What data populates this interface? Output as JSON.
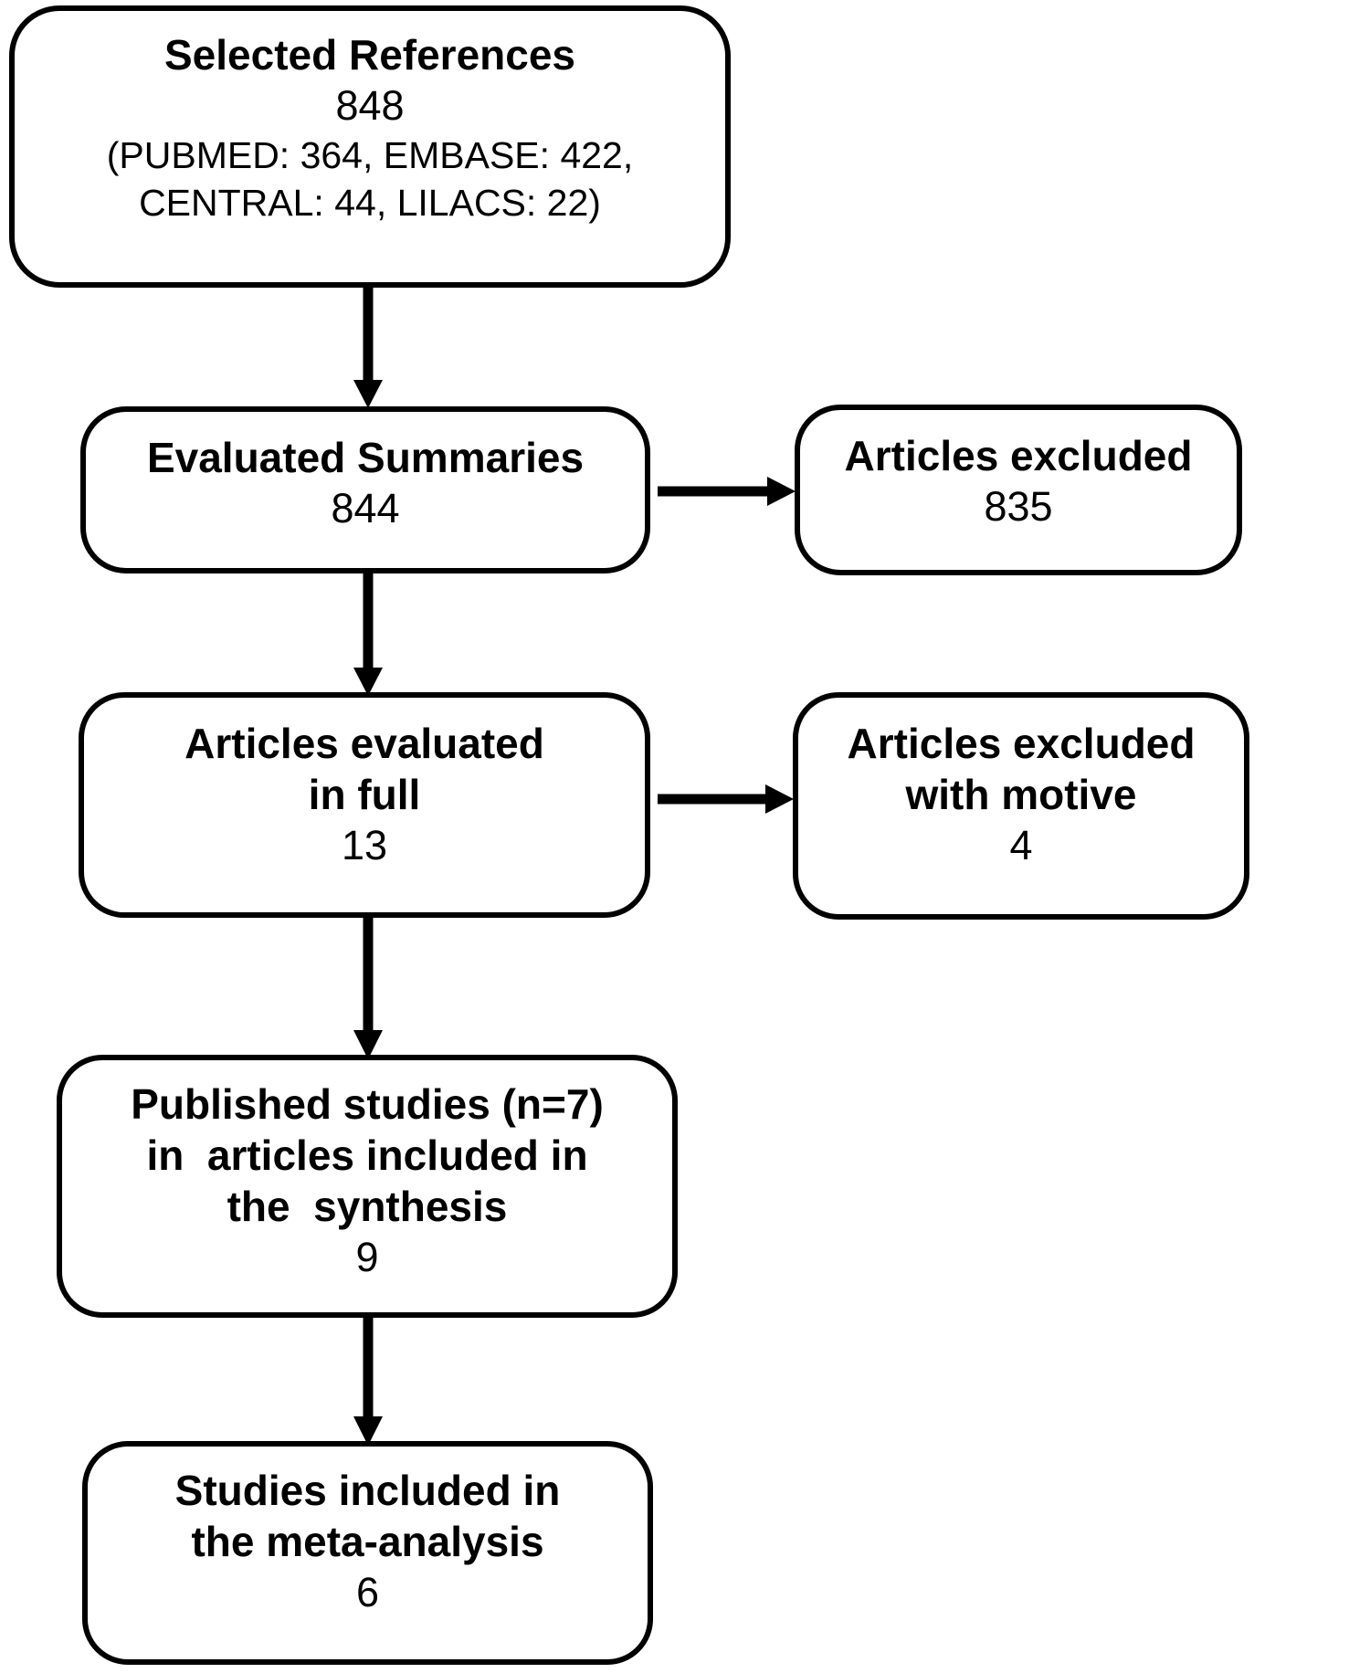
{
  "diagram": {
    "type": "flowchart",
    "background_color": "#ffffff",
    "line_color": "#000000",
    "text_color": "#000000",
    "nodes": [
      {
        "id": "selected-references",
        "title": "Selected References",
        "count": "848",
        "detail": "(PUBMED: 364, EMBASE: 422,\nCENTRAL: 44, LILACS: 22)"
      },
      {
        "id": "evaluated-summaries",
        "title": "Evaluated Summaries",
        "count": "844"
      },
      {
        "id": "articles-excluded",
        "title": "Articles excluded",
        "count": "835"
      },
      {
        "id": "articles-evaluated-in-full",
        "title": "Articles evaluated\nin full",
        "count": "13"
      },
      {
        "id": "articles-excluded-with-motive",
        "title": "Articles excluded\nwith motive",
        "count": "4"
      },
      {
        "id": "published-studies-in-synthesis",
        "title": "Published studies (n=7)\nin  articles included in\nthe  synthesis",
        "count": "9"
      },
      {
        "id": "studies-included-meta-analysis",
        "title": "Studies included in\nthe meta-analysis",
        "count": "6"
      }
    ],
    "edges": [
      {
        "from": "selected-references",
        "to": "evaluated-summaries",
        "direction": "down"
      },
      {
        "from": "evaluated-summaries",
        "to": "articles-excluded",
        "direction": "right"
      },
      {
        "from": "evaluated-summaries",
        "to": "articles-evaluated-in-full",
        "direction": "down"
      },
      {
        "from": "articles-evaluated-in-full",
        "to": "articles-excluded-with-motive",
        "direction": "right"
      },
      {
        "from": "articles-evaluated-in-full",
        "to": "published-studies-in-synthesis",
        "direction": "down"
      },
      {
        "from": "published-studies-in-synthesis",
        "to": "studies-included-meta-analysis",
        "direction": "down"
      }
    ]
  }
}
